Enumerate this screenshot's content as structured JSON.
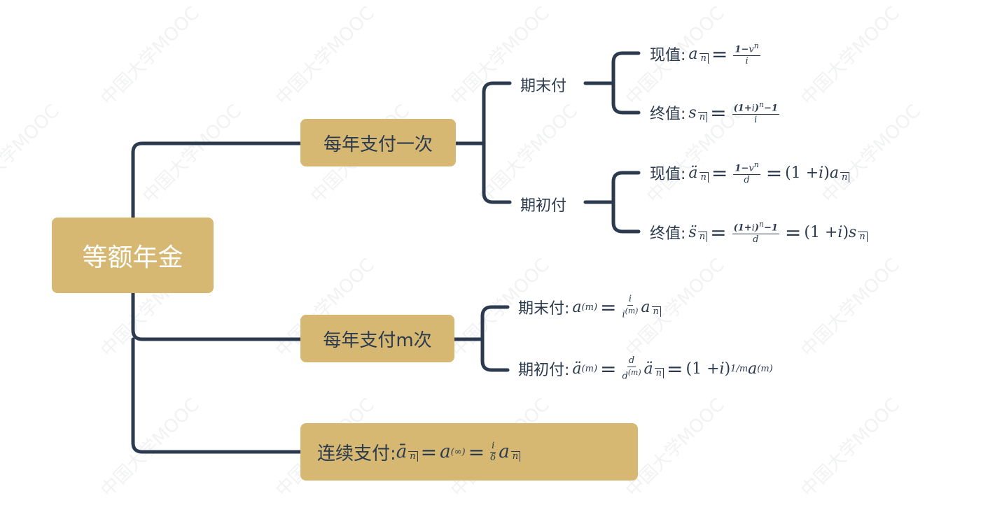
{
  "root": {
    "label": "等额年金"
  },
  "branches": {
    "annual": {
      "label": "每年支付一次",
      "end": {
        "label": "期末付",
        "pv_prefix": "现值:",
        "pv_formula": "a_n = (1−vⁿ)/i",
        "fv_prefix": "终值:",
        "fv_formula": "s_n = ((1+i)ⁿ−1)/i"
      },
      "begin": {
        "label": "期初付",
        "pv_prefix": "现值:",
        "pv_formula": "ä_n = (1−vⁿ)/d = (1+i)a_n",
        "fv_prefix": "终值:",
        "fv_formula": "s̈_n = ((1+i)ⁿ−1)/d = (1+i)s_n"
      }
    },
    "mthly": {
      "label": "每年支付m次",
      "end_prefix": "期末付:",
      "end_formula": "a_n^(m) = i/i^(m) a_n",
      "begin_prefix": "期初付:",
      "begin_formula": "ä_n^(m) = d/d^(m) ä_n = (1+i)^(1/m) a_n^(m)"
    },
    "continuous": {
      "prefix": "连续支付:",
      "formula": "ā_n = a_n^(∞) = i/δ a_n"
    }
  },
  "watermark": "中国大学MOOC",
  "colors": {
    "box": "#d6b872",
    "line": "#2b3a4e",
    "root_text": "#ffffff"
  }
}
